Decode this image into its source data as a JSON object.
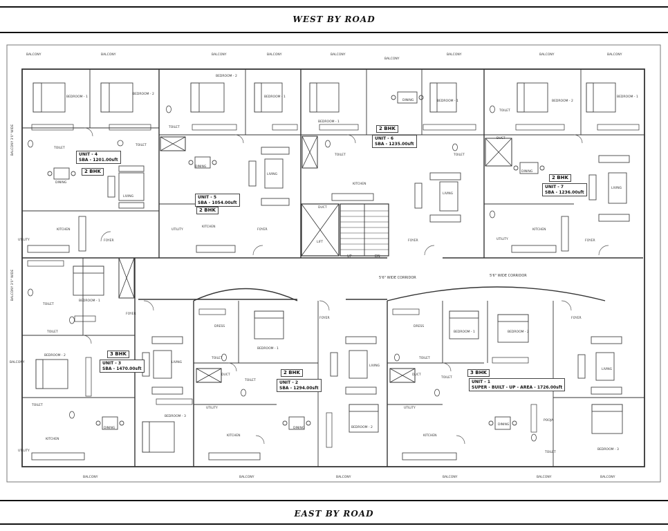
{
  "roads": {
    "north": "WEST BY ROAD",
    "south": "EAST BY ROAD"
  },
  "units": [
    {
      "id": "unit-4",
      "name": "UNIT - 4",
      "sba": "SBA - 1201.00sft",
      "type": "2 BHK"
    },
    {
      "id": "unit-5",
      "name": "UNIT - 5",
      "sba": "SBA - 1054.00sft",
      "type": "2 BHK"
    },
    {
      "id": "unit-6",
      "name": "UNIT - 6",
      "sba": "SBA - 1235.00sft",
      "type": "2 BHK"
    },
    {
      "id": "unit-7",
      "name": "UNIT - 7",
      "sba": "SBA - 1236.00sft",
      "type": "2 BHK"
    },
    {
      "id": "unit-3",
      "name": "UNIT - 3",
      "sba": "SBA - 1470.00sft",
      "type": "3 BHK"
    },
    {
      "id": "unit-2",
      "name": "UNIT - 2",
      "sba": "SBA - 1294.00sft",
      "type": "2 BHK"
    },
    {
      "id": "unit-1",
      "name": "UNIT - 1",
      "sba": "SUPER - BUILT - UP - AREA - 1726.00sft",
      "type": "3 BHK"
    }
  ],
  "corridors": [
    "5'6\" WIDE CORRIDOR",
    "5'6\" WIDE CORRIDOR"
  ],
  "stairs": {
    "up": "UP",
    "down": "DN"
  },
  "room_labels": {
    "balcony": "BALCONY",
    "bedroom_1": "BEDROOM - 1",
    "bedroom_2": "BEDROOM - 2",
    "bedroom_3": "BEDROOM - 3",
    "living": "LIVING",
    "dining": "DINING",
    "kitchen": "KITCHEN",
    "toilet": "TOILET",
    "foyer": "FOYER",
    "utility": "UTILITY",
    "duct": "DUCT",
    "dress": "DRESS",
    "lift": "LIFT",
    "pooja": "POOJA",
    "balcony_side": "BALCONY 3'0\" WIDE"
  }
}
